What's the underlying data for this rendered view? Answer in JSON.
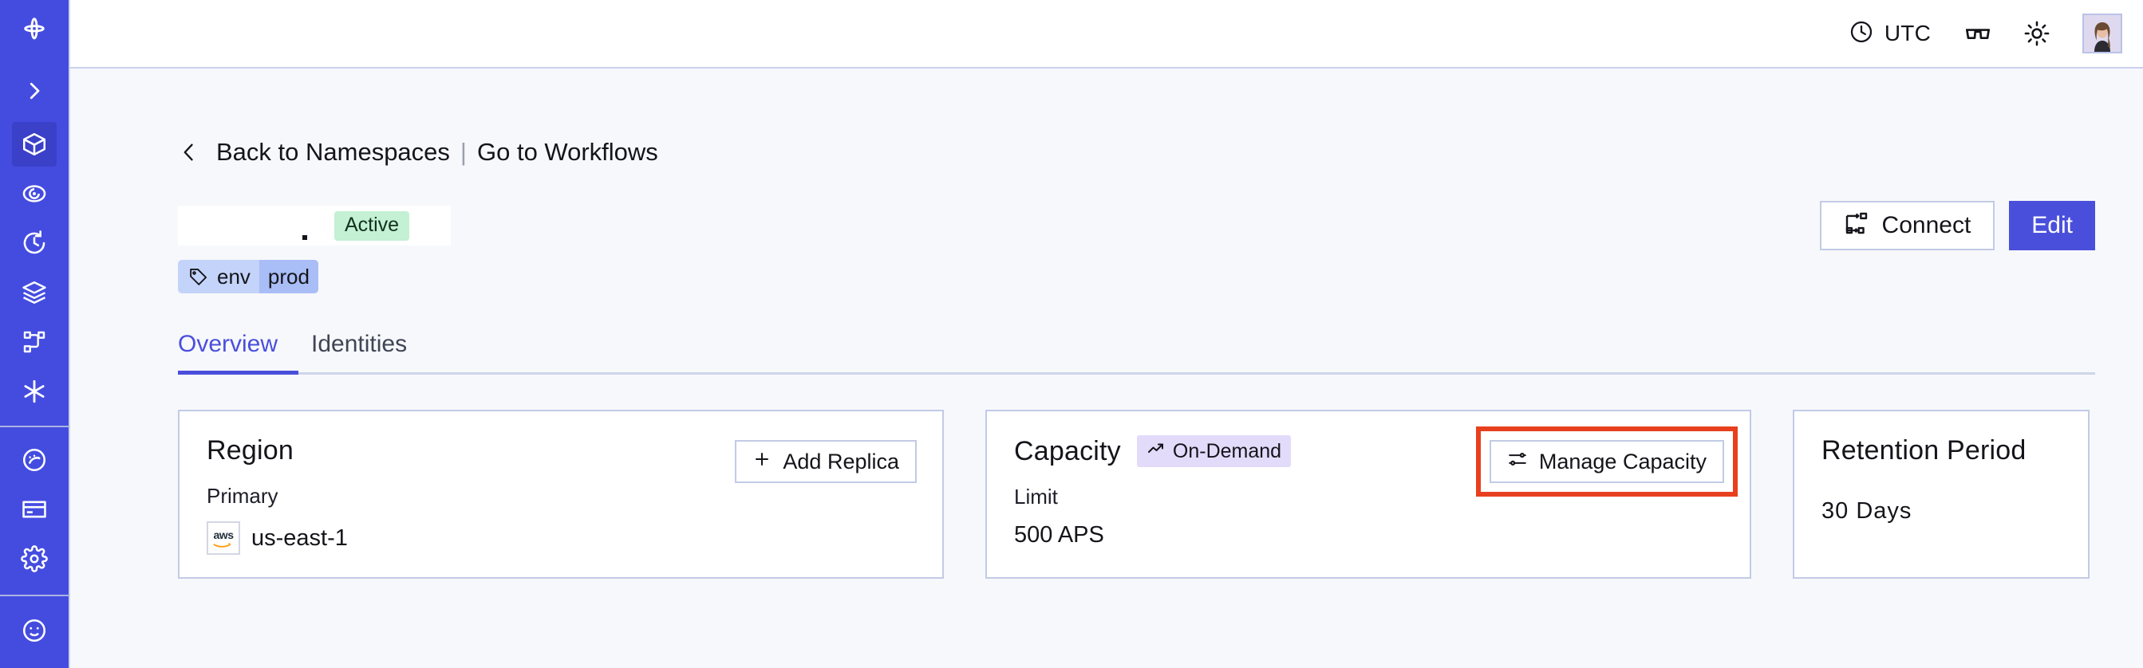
{
  "sidebar": {
    "logo_icon": "temporal-logo-icon",
    "expand_icon": "chevron-right-icon",
    "items": [
      {
        "name": "namespaces",
        "icon": "cube-icon",
        "active": true
      },
      {
        "name": "observability",
        "icon": "eye-icon",
        "active": false
      },
      {
        "name": "schedules",
        "icon": "clock-rotate-icon",
        "active": false
      },
      {
        "name": "batch-operations",
        "icon": "layers-icon",
        "active": false
      },
      {
        "name": "workflows",
        "icon": "sitemap-icon",
        "active": false
      },
      {
        "name": "nexus",
        "icon": "asterisk-icon",
        "active": false
      },
      {
        "name": "usage",
        "icon": "gauge-icon",
        "active": false
      },
      {
        "name": "billing",
        "icon": "credit-card-icon",
        "active": false
      },
      {
        "name": "settings",
        "icon": "gear-icon",
        "active": false
      },
      {
        "name": "support",
        "icon": "help-circle-icon",
        "active": false
      }
    ]
  },
  "topbar": {
    "timezone_label": "UTC",
    "clock_icon": "clock-icon",
    "glasses_icon": "glasses-icon",
    "theme_icon": "sun-icon",
    "avatar_icon": "user-avatar"
  },
  "breadcrumb": {
    "back_chevron_icon": "chevron-left-icon",
    "back_label": "Back to Namespaces",
    "separator": "|",
    "forward_label": "Go to Workflows"
  },
  "header": {
    "namespace_name": "",
    "status_label": "Active",
    "connect_label": "Connect",
    "connect_icon": "connect-icon",
    "edit_label": "Edit"
  },
  "tag": {
    "icon": "tag-icon",
    "key": "env",
    "value": "prod"
  },
  "tabs": [
    {
      "label": "Overview",
      "active": true
    },
    {
      "label": "Identities",
      "active": false
    }
  ],
  "cards": {
    "region": {
      "title": "Region",
      "action_label": "Add Replica",
      "action_icon": "plus-icon",
      "sub_label": "Primary",
      "provider_icon": "aws-icon",
      "provider_text": "aws",
      "value": "us-east-1"
    },
    "capacity": {
      "title": "Capacity",
      "badge_label": "On-Demand",
      "badge_icon": "trend-up-icon",
      "action_label": "Manage Capacity",
      "action_icon": "sliders-icon",
      "sub_label": "Limit",
      "value": "500 APS",
      "highlighted": true
    },
    "retention": {
      "title": "Retention Period",
      "value": "30 Days"
    }
  },
  "colors": {
    "sidebar_bg": "#444ce0",
    "sidebar_active": "#3a40c8",
    "accent": "#4a4fdb",
    "page_bg": "#f7f8fb",
    "card_border": "#c2cbe6",
    "status_green_bg": "#c4f0d3",
    "tag_blue_bg": "#c3d3f9",
    "tag_blue_val_bg": "#a9bdf6",
    "badge_purple_bg": "#e3dbfa",
    "highlight_red": "#e8401f"
  }
}
